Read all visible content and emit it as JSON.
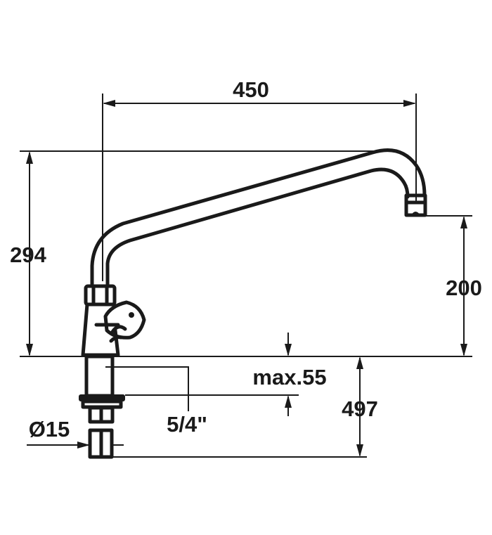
{
  "drawing": {
    "subject": "faucet",
    "dimensions": {
      "spout_reach": "450",
      "total_height": "294",
      "outlet_height": "200",
      "max_thickness": "max.55",
      "shank_length": "497",
      "thread_size": "5/4\"",
      "pipe_diameter": "Ø15"
    },
    "line_color": "#1a1a1a"
  }
}
